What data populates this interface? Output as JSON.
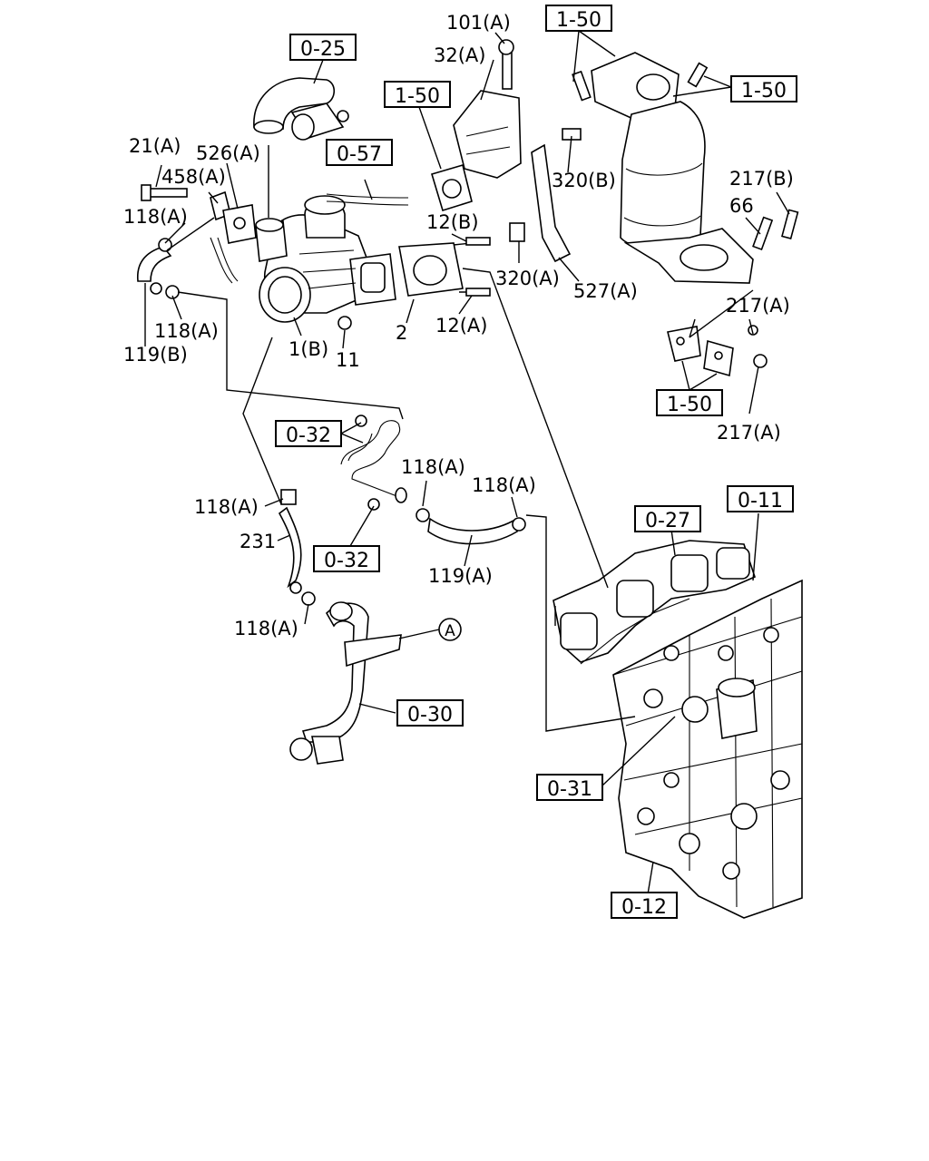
{
  "callouts": {
    "c101a": "101(A)",
    "c32a": "32(A)",
    "c21a": "21(A)",
    "c526a": "526(A)",
    "c458a": "458(A)",
    "c118a_1": "118(A)",
    "c118a_2": "118(A)",
    "c119b": "119(B)",
    "c1b": "1(B)",
    "c11": "11",
    "c2": "2",
    "c12a": "12(A)",
    "c12b": "12(B)",
    "c320b": "320(B)",
    "c320a": "320(A)",
    "c527a": "527(A)",
    "c217b": "217(B)",
    "c66": "66",
    "c217a_1": "217(A)",
    "c217a_2": "217(A)",
    "c118a_3": "118(A)",
    "c118a_4": "118(A)",
    "c118a_5": "118(A)",
    "c231": "231",
    "c119a": "119(A)",
    "c118a_6": "118(A)",
    "circle_a": "A"
  },
  "references": {
    "r025": "0-25",
    "r057": "0-57",
    "r150_top": "1-50",
    "r150_left": "1-50",
    "r150_right": "1-50",
    "r150_bottom": "1-50",
    "r032_top": "0-32",
    "r032_bottom": "0-32",
    "r027": "0-27",
    "r011": "0-11",
    "r030": "0-30",
    "r031": "0-31",
    "r012": "0-12"
  }
}
